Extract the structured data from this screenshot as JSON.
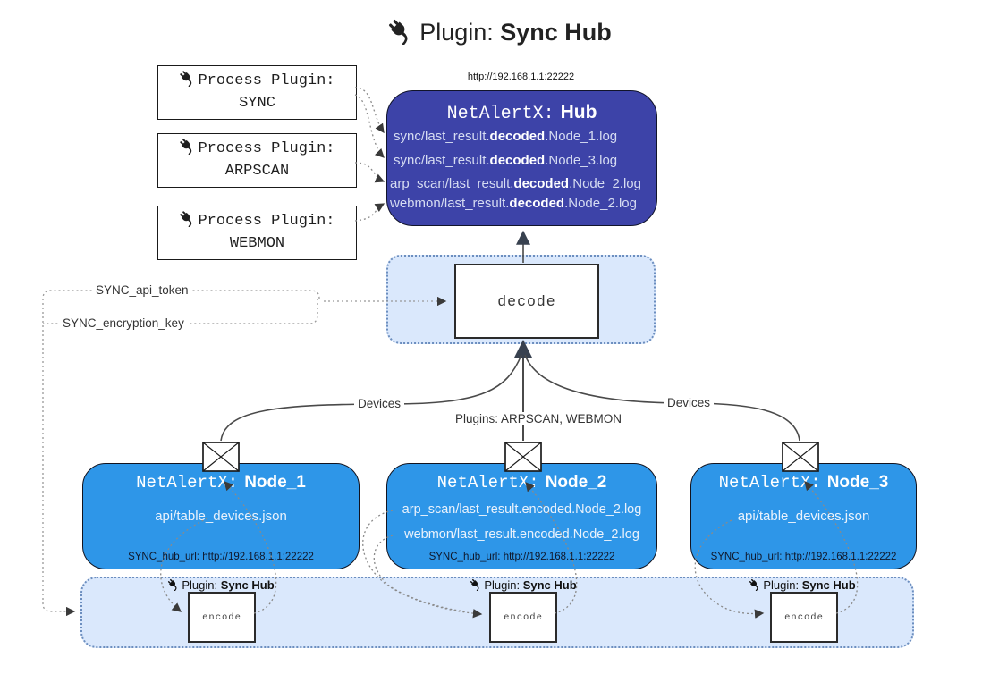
{
  "title": {
    "prefix": "Plugin:",
    "name": "Sync Hub"
  },
  "process_plugins": [
    {
      "label": "Process Plugin:",
      "name": "SYNC"
    },
    {
      "label": "Process Plugin:",
      "name": "ARPSCAN"
    },
    {
      "label": "Process Plugin:",
      "name": "WEBMON"
    }
  ],
  "hub": {
    "url": "http://192.168.1.1:22222",
    "name_prefix": "NetAlertX:",
    "name": "Hub",
    "logs": [
      {
        "pre": "sync/last_result.",
        "bold": "decoded",
        "post": ".Node_1.log"
      },
      {
        "pre": "sync/last_result.",
        "bold": "decoded",
        "post": ".Node_3.log"
      },
      {
        "pre": "arp_scan/last_result.",
        "bold": "decoded",
        "post": ".Node_2.log"
      },
      {
        "pre": "webmon/last_result.",
        "bold": "decoded",
        "post": ".Node_2.log"
      }
    ]
  },
  "decode": {
    "label": "decode"
  },
  "config": {
    "api_token": "SYNC_api_token",
    "encryption_key": "SYNC_encryption_key"
  },
  "edges": {
    "devices_left": "Devices",
    "plugins_center": "Plugins: ARPSCAN, WEBMON",
    "devices_right": "Devices"
  },
  "nodes": [
    {
      "name_prefix": "NetAlertX:",
      "name": "Node_1",
      "files": [
        "api/table_devices.json"
      ],
      "hub_url": "SYNC_hub_url: http://192.168.1.1:22222"
    },
    {
      "name_prefix": "NetAlertX:",
      "name": "Node_2",
      "files": [
        "arp_scan/last_result.encoded.Node_2.log",
        "webmon/last_result.encoded.Node_2.log"
      ],
      "hub_url": "SYNC_hub_url: http://192.168.1.1:22222"
    },
    {
      "name_prefix": "NetAlertX:",
      "name": "Node_3",
      "files": [
        "api/table_devices.json"
      ],
      "hub_url": "SYNC_hub_url: http://192.168.1.1:22222"
    }
  ],
  "encoders": [
    {
      "label_prefix": "Plugin:",
      "label_name": "Sync Hub",
      "box_label": "encode"
    },
    {
      "label_prefix": "Plugin:",
      "label_name": "Sync Hub",
      "box_label": "encode"
    },
    {
      "label_prefix": "Plugin:",
      "label_name": "Sync Hub",
      "box_label": "encode"
    }
  ],
  "icons": {
    "plug": "plug-icon",
    "envelope": "envelope-icon"
  },
  "colors": {
    "hub_fill": "#3d43a8",
    "node_fill": "#2e96e8",
    "panel_fill": "#dae8fc",
    "panel_border": "#6c8ebf"
  }
}
